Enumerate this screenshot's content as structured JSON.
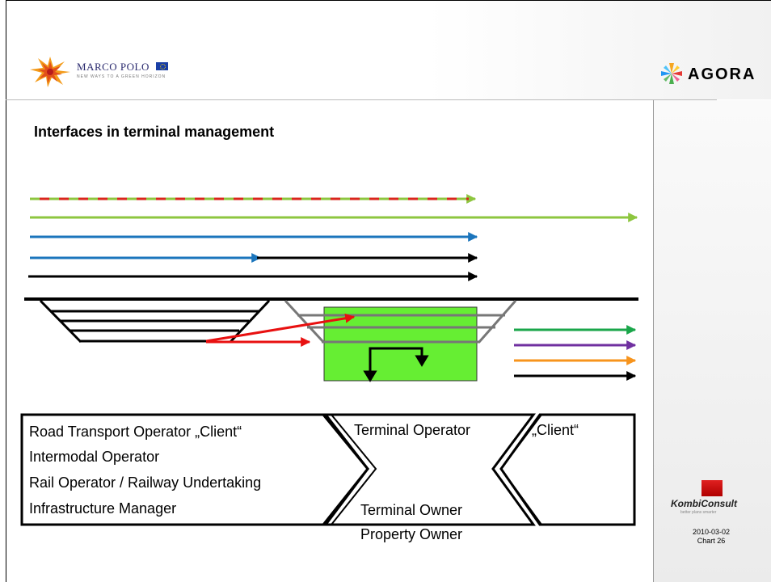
{
  "header": {
    "marco_polo_logo": {
      "name": "MARCO POLO",
      "tagline": "NEW WAYS TO A GREEN HORIZON",
      "star_colors": [
        "#e2501b",
        "#f39b1a",
        "#b71c1c"
      ]
    },
    "agora_logo": {
      "name": "AGORA",
      "colors": [
        "#f5a623",
        "#4caf50",
        "#2196f3",
        "#e53935"
      ]
    }
  },
  "slide": {
    "title": "Interfaces in terminal management"
  },
  "flows": {
    "colors": {
      "light_green": "#8dc63f",
      "red": "#d9261c",
      "blue": "#1b75bc",
      "black": "#000000",
      "green": "#1aa64a",
      "purple": "#7030a0",
      "orange": "#f7941d",
      "terminal_fill": "#66ee33",
      "track_grey": "#777777",
      "arrow_red": "#e81010"
    }
  },
  "chevrons": {
    "left": {
      "lines": [
        "Road Transport Operator „Client“",
        "Intermodal Operator",
        "Rail Operator / Railway Undertaking",
        "Infrastructure Manager"
      ]
    },
    "middle": {
      "top_label": "Terminal Operator",
      "bottom_lines": [
        "Terminal Owner",
        "Property Owner"
      ]
    },
    "right": {
      "label": "„Client“"
    }
  },
  "footer": {
    "company_logo": "KombiConsult",
    "company_tagline": "better plans smarter",
    "date": "2010-03-02",
    "chart_label": "Chart 26"
  }
}
